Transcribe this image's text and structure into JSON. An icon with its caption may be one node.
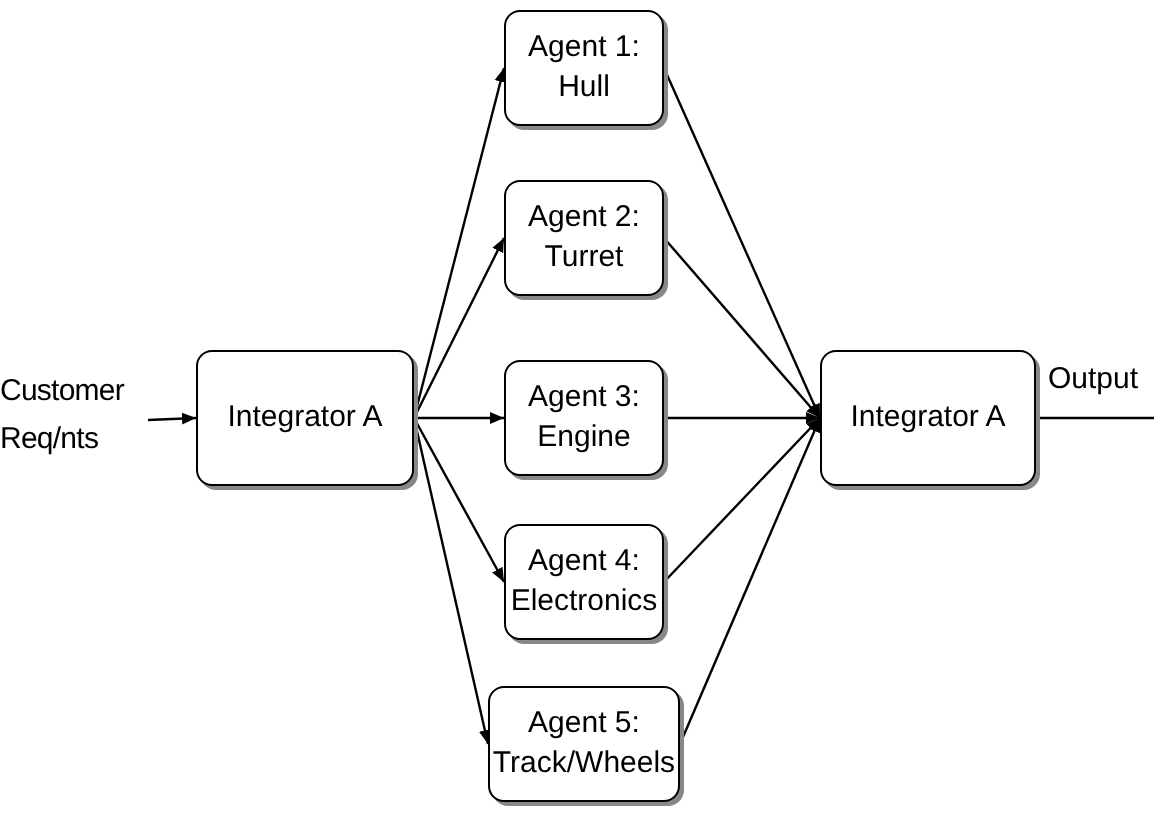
{
  "diagram": {
    "nodes": [
      {
        "text": [
          "Customer Req/nts"
        ]
      },
      {
        "text": [
          "Integrator A"
        ]
      },
      {
        "text": [
          "Agent 1: Hull"
        ]
      },
      {
        "text": [
          "Agent 2: Turret"
        ]
      },
      {
        "text": [
          "Agent 3: Engine"
        ]
      },
      {
        "text": [
          "Agent 4: Electronics"
        ]
      },
      {
        "text": [
          "Agent 5: Track/Wheels"
        ]
      },
      {
        "text": [
          "Integrator A"
        ]
      }
    ],
    "edges": [
      {
        "from": 0,
        "to": 1,
        "arrow": "to"
      },
      {
        "from": 1,
        "to": 2,
        "arrow": "to"
      },
      {
        "from": 1,
        "to": 3,
        "arrow": "to"
      },
      {
        "from": 1,
        "to": 4,
        "arrow": "to"
      },
      {
        "from": 1,
        "to": 5,
        "arrow": "to"
      },
      {
        "from": 1,
        "to": 6,
        "arrow": "to"
      },
      {
        "from": 2,
        "to": 7,
        "arrow": "to"
      },
      {
        "from": 3,
        "to": 7,
        "arrow": "to"
      },
      {
        "from": 4,
        "to": 7,
        "arrow": "to"
      },
      {
        "from": 5,
        "to": 7,
        "arrow": "to"
      },
      {
        "from": 6,
        "to": 7,
        "arrow": "to"
      },
      {
        "from": 7,
        "to": null,
        "arrow": "none"
      }
    ],
    "labels": [
      "Output"
    ]
  }
}
